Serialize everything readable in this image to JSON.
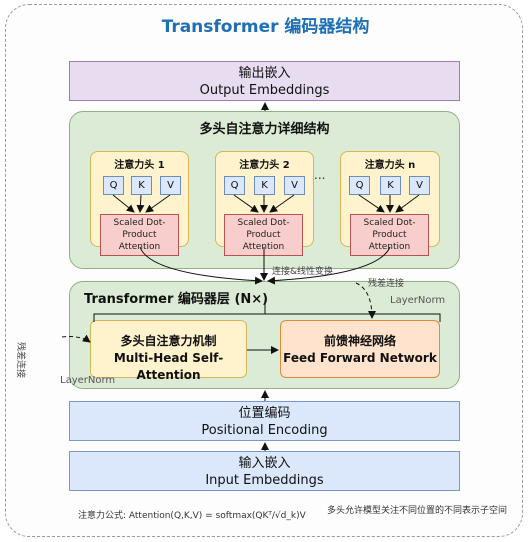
{
  "title": "Transformer 编码器结构",
  "output_embeddings": {
    "zh": "输出嵌入",
    "en": "Output Embeddings"
  },
  "multihead_detail": {
    "title": "多头自注意力详细结构",
    "heads": [
      {
        "label": "注意力头 1",
        "q": "Q",
        "k": "K",
        "v": "V",
        "sdp": "Scaled Dot-Product Attention"
      },
      {
        "label": "注意力头 2",
        "q": "Q",
        "k": "K",
        "v": "V",
        "sdp": "Scaled Dot-Product Attention"
      },
      {
        "label": "注意力头 n",
        "q": "Q",
        "k": "K",
        "v": "V",
        "sdp": "Scaled Dot-Product Attention"
      }
    ],
    "ellipsis": "..."
  },
  "concat_label": "连接&线性变换",
  "residual_label_right": "残差连接",
  "residual_label_left": "残差连接",
  "encoder_layer": {
    "title": "Transformer 编码器层 (N×)",
    "layernorm_right": "LayerNorm",
    "layernorm_left": "LayerNorm",
    "mhsa": {
      "zh": "多头自注意力机制",
      "en": "Multi-Head Self-Attention"
    },
    "ffn": {
      "zh": "前馈神经网络",
      "en": "Feed Forward Network"
    }
  },
  "positional_encoding": {
    "zh": "位置编码",
    "en": "Positional Encoding"
  },
  "input_embeddings": {
    "zh": "输入嵌入",
    "en": "Input Embeddings"
  },
  "formula_note": "注意力公式: Attention(Q,K,V) = softmax(QKᵀ/√d_k)V",
  "multihead_note": "多头允许模型关注不同位置的不同表示子空间"
}
